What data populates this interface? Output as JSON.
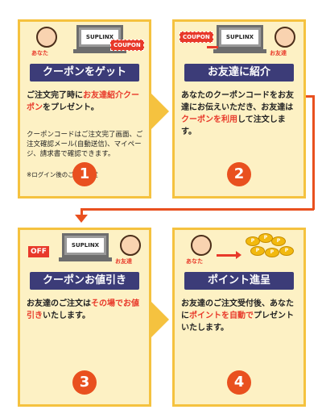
{
  "brand": "SUPLINX",
  "coupon_tag": "COUPON",
  "off_tag": "OFF",
  "coin_mark": "P",
  "labels": {
    "you": "あなた",
    "friend": "お友達"
  },
  "steps": [
    {
      "number": "1",
      "title": "クーポンをゲット",
      "desc_a": "ご注文完了時に",
      "desc_hl": "お友達紹介クーポン",
      "desc_b": "をプレゼント。",
      "sub": "クーポンコードはご注文完了画面、ご注文確認メール(自動送信)、マイページ、請求書で確認できます。",
      "note": "※ログイン後のご注文限定"
    },
    {
      "number": "2",
      "title": "お友達に紹介",
      "desc_a": "あなたのクーポンコードをお友達にお伝えいただき、お友達は",
      "desc_hl": "クーポンを利用",
      "desc_b": "して注文します。"
    },
    {
      "number": "3",
      "title": "クーポンお値引き",
      "desc_a": "お友達のご注文は",
      "desc_hl": "その場でお値引き",
      "desc_b": "いたします。"
    },
    {
      "number": "4",
      "title": "ポイント進呈",
      "desc_a": "お友達のご注文受付後、あなたに",
      "desc_hl": "ポイントを自動で",
      "desc_b": "プレゼントいたします。"
    }
  ],
  "colors": {
    "panel_bg": "#fdf1c4",
    "panel_border": "#f5c23f",
    "title_bg": "#3c3c78",
    "accent": "#e9501f",
    "highlight": "#e8392a"
  }
}
